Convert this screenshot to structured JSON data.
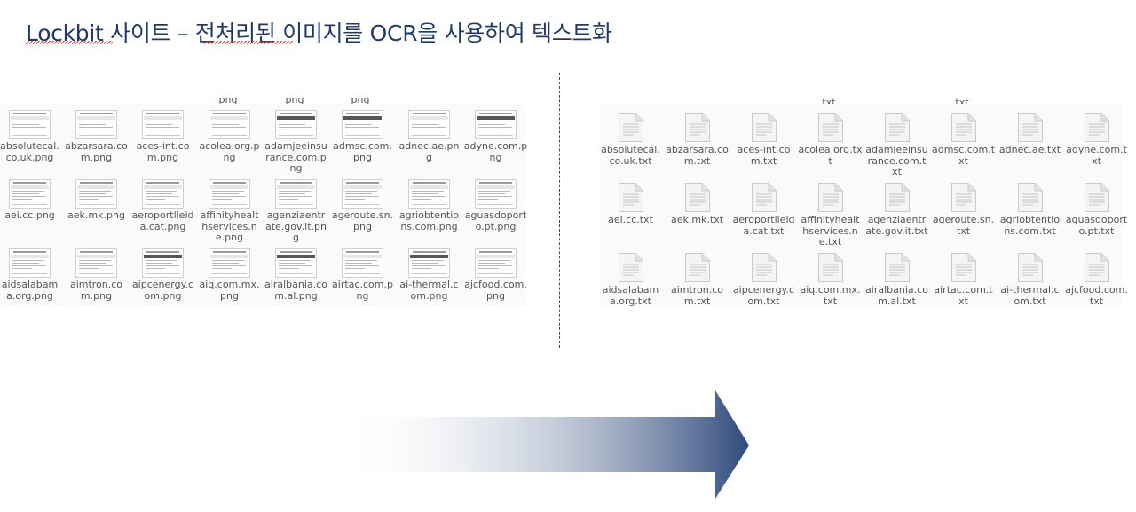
{
  "slide": {
    "title": "Lockbit 사이트 – 전처리된 이미지를 OCR을 사용하여 텍스트화"
  },
  "png_panel": {
    "type_tags": [
      "png",
      "png",
      "png"
    ],
    "files": [
      "absolutecal.co.uk.png",
      "abzarsara.com.png",
      "aces-int.com.png",
      "acolea.org.png",
      "adamjeeinsurance.com.png",
      "admsc.com.png",
      "adnec.ae.png",
      "adyne.com.png",
      "aei.cc.png",
      "aek.mk.png",
      "aeroportlleida.cat.png",
      "affinityhealthservices.ne.png",
      "agenziaentrate.gov.it.png",
      "ageroute.sn.png",
      "agriobtentions.com.png",
      "aguasdoporto.pt.png",
      "aidsalabama.org.png",
      "aimtron.com.png",
      "aipcenergy.com.png",
      "aiq.com.mx.png",
      "airalbania.com.al.png",
      "airtac.com.png",
      "ai-thermal.com.png",
      "ajcfood.com.png"
    ]
  },
  "txt_panel": {
    "type_tags": [
      "txt",
      "txt"
    ],
    "files": [
      "absolutecal.co.uk.txt",
      "abzarsara.com.txt",
      "aces-int.com.txt",
      "acolea.org.txt",
      "adamjeeinsurance.com.txt",
      "admsc.com.txt",
      "adnec.ae.txt",
      "adyne.com.txt",
      "aei.cc.txt",
      "aek.mk.txt",
      "aeroportlleida.cat.txt",
      "affinityhealthservices.ne.txt",
      "agenziaentrate.gov.it.txt",
      "ageroute.sn.txt",
      "agriobtentions.com.txt",
      "aguasdoporto.pt.txt",
      "aidsalabama.org.txt",
      "aimtron.com.txt",
      "aipcenergy.com.txt",
      "aiq.com.mx.txt",
      "airalbania.com.al.txt",
      "airtac.com.txt",
      "ai-thermal.com.txt",
      "ajcfood.com.txt"
    ]
  },
  "colors": {
    "title": "#1f3a68",
    "arrow_start": "#ffffff",
    "arrow_end": "#2f4a7c"
  }
}
